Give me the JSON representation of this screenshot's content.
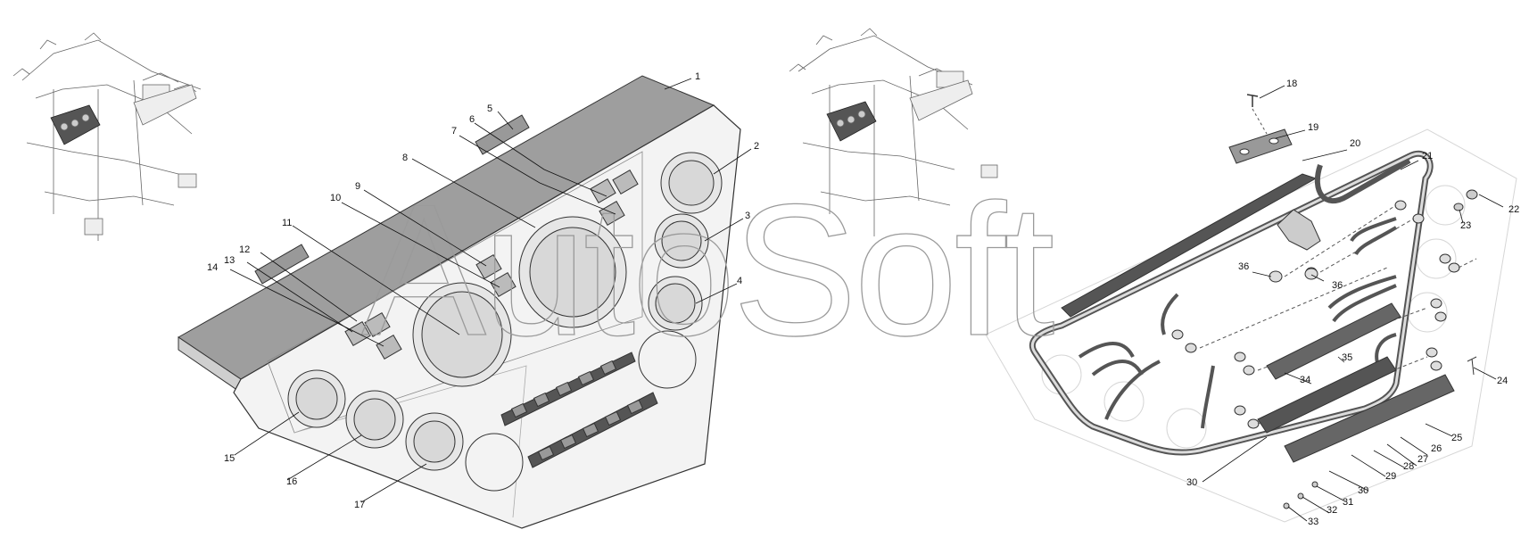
{
  "watermark": "AutoSoft",
  "callouts": {
    "c1": "1",
    "c2": "2",
    "c3": "3",
    "c4": "4",
    "c5": "5",
    "c6": "6",
    "c7": "7",
    "c8": "8",
    "c9": "9",
    "c10": "10",
    "c11": "11",
    "c12": "12",
    "c13": "13",
    "c14": "14",
    "c15": "15",
    "c16": "16",
    "c17": "17",
    "c18": "18",
    "c19": "19",
    "c20": "20",
    "c21": "21",
    "c22": "22",
    "c23": "23",
    "c24": "24",
    "c25": "25",
    "c26": "26",
    "c27": "27",
    "c28": "28",
    "c29": "29",
    "c30a": "30",
    "c30b": "30",
    "c31": "31",
    "c32": "32",
    "c33": "33",
    "c34": "34",
    "c35": "35",
    "c36a": "36",
    "c36b": "36"
  },
  "colors": {
    "panel_fill": "#f3f3f3",
    "panel_top": "#9e9e9e",
    "gauge_fill": "#d8d8d8",
    "line": "#333333",
    "tube": "#7a7a7a"
  }
}
